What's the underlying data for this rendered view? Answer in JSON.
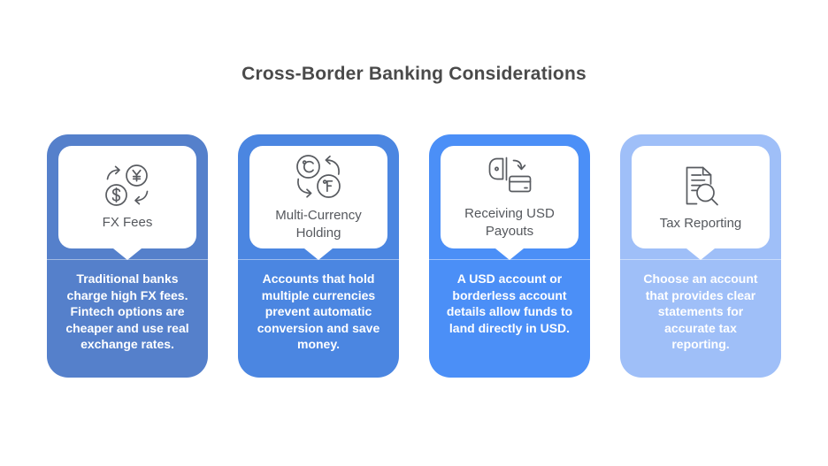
{
  "page": {
    "title": "Cross-Border Banking Considerations"
  },
  "colors": {
    "page_background": "#ffffff",
    "title_text": "#4a4a4a",
    "card_title_text": "#55585d",
    "description_text": "#ffffff",
    "icon_stroke": "#585b60"
  },
  "cards": [
    {
      "id": "fx-fees",
      "icon": "currency-exchange-icon",
      "color": "#5580CB",
      "title": "FX Fees",
      "description": "Traditional banks charge high FX fees. Fintech options are cheaper and use real exchange rates."
    },
    {
      "id": "multi-currency-holding",
      "icon": "unit-conversion-icon",
      "color": "#4B86E1",
      "title": "Multi-Currency Holding",
      "description": "Accounts that hold multiple currencies prevent automatic conversion and save money."
    },
    {
      "id": "receiving-usd-payouts",
      "icon": "wallet-to-card-icon",
      "color": "#4B8FF7",
      "title": "Receiving USD Payouts",
      "description": "A USD account or borderless account details allow funds to land directly in USD."
    },
    {
      "id": "tax-reporting",
      "icon": "document-search-icon",
      "color": "#9FBFF8",
      "title": "Tax Reporting",
      "description": "Choose an account that provides clear statements for accurate tax reporting."
    }
  ]
}
